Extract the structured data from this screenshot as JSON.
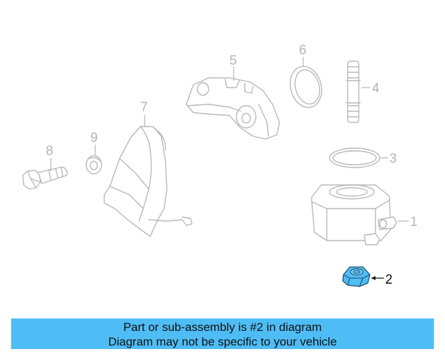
{
  "callouts": {
    "c1": "1",
    "c2": "2",
    "c3": "3",
    "c4": "4",
    "c5": "5",
    "c6": "6",
    "c7": "7",
    "c8": "8",
    "c9": "9"
  },
  "highlight": {
    "part_number": "2",
    "color": "#4fbdf5"
  },
  "banner": {
    "line1": "Part or sub-assembly is #2 in diagram",
    "line2": "Diagram may not be specific to your vehicle",
    "background": "#4fbdf5"
  }
}
